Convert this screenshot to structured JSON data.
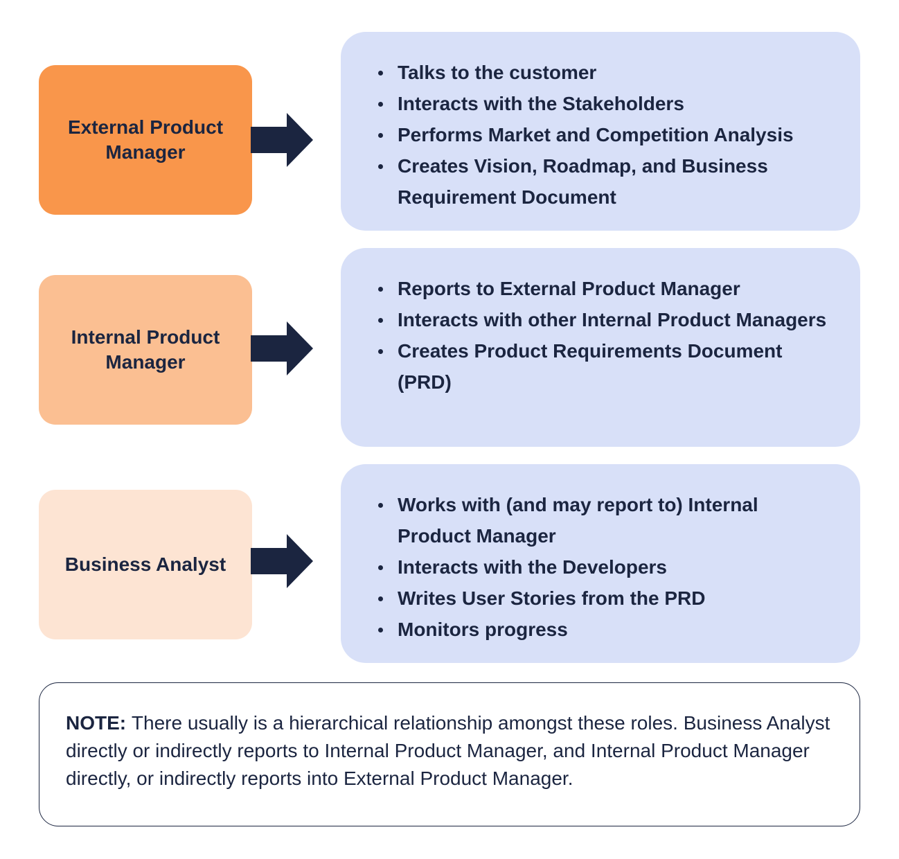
{
  "colors": {
    "external_box": "#f9964b",
    "internal_box": "#fbbf92",
    "analyst_box": "#fde4d3",
    "panel_bg": "#d8e0f8",
    "arrow": "#1b2540",
    "text": "#1b2540"
  },
  "roles": [
    {
      "label": "External Product Manager",
      "responsibilities": [
        "Talks to the customer",
        "Interacts with the Stakeholders",
        "Performs Market and Competition Analysis",
        "Creates Vision, Roadmap, and Business Requirement Document"
      ]
    },
    {
      "label": "Internal Product Manager",
      "responsibilities": [
        "Reports to External Product Manager",
        "Interacts with other Internal Product Managers",
        "Creates Product Requirements Document (PRD)"
      ]
    },
    {
      "label": "Business Analyst",
      "responsibilities": [
        "Works with (and may report to) Internal Product Manager",
        "Interacts with the Developers",
        "Writes User Stories from the PRD",
        "Monitors progress"
      ]
    }
  ],
  "note": {
    "label": "NOTE:",
    "text": "There usually is a hierarchical relationship amongst these roles. Business Analyst directly or indirectly reports to Internal Product Manager, and Internal Product Manager directly, or indirectly reports into External Product Manager."
  }
}
